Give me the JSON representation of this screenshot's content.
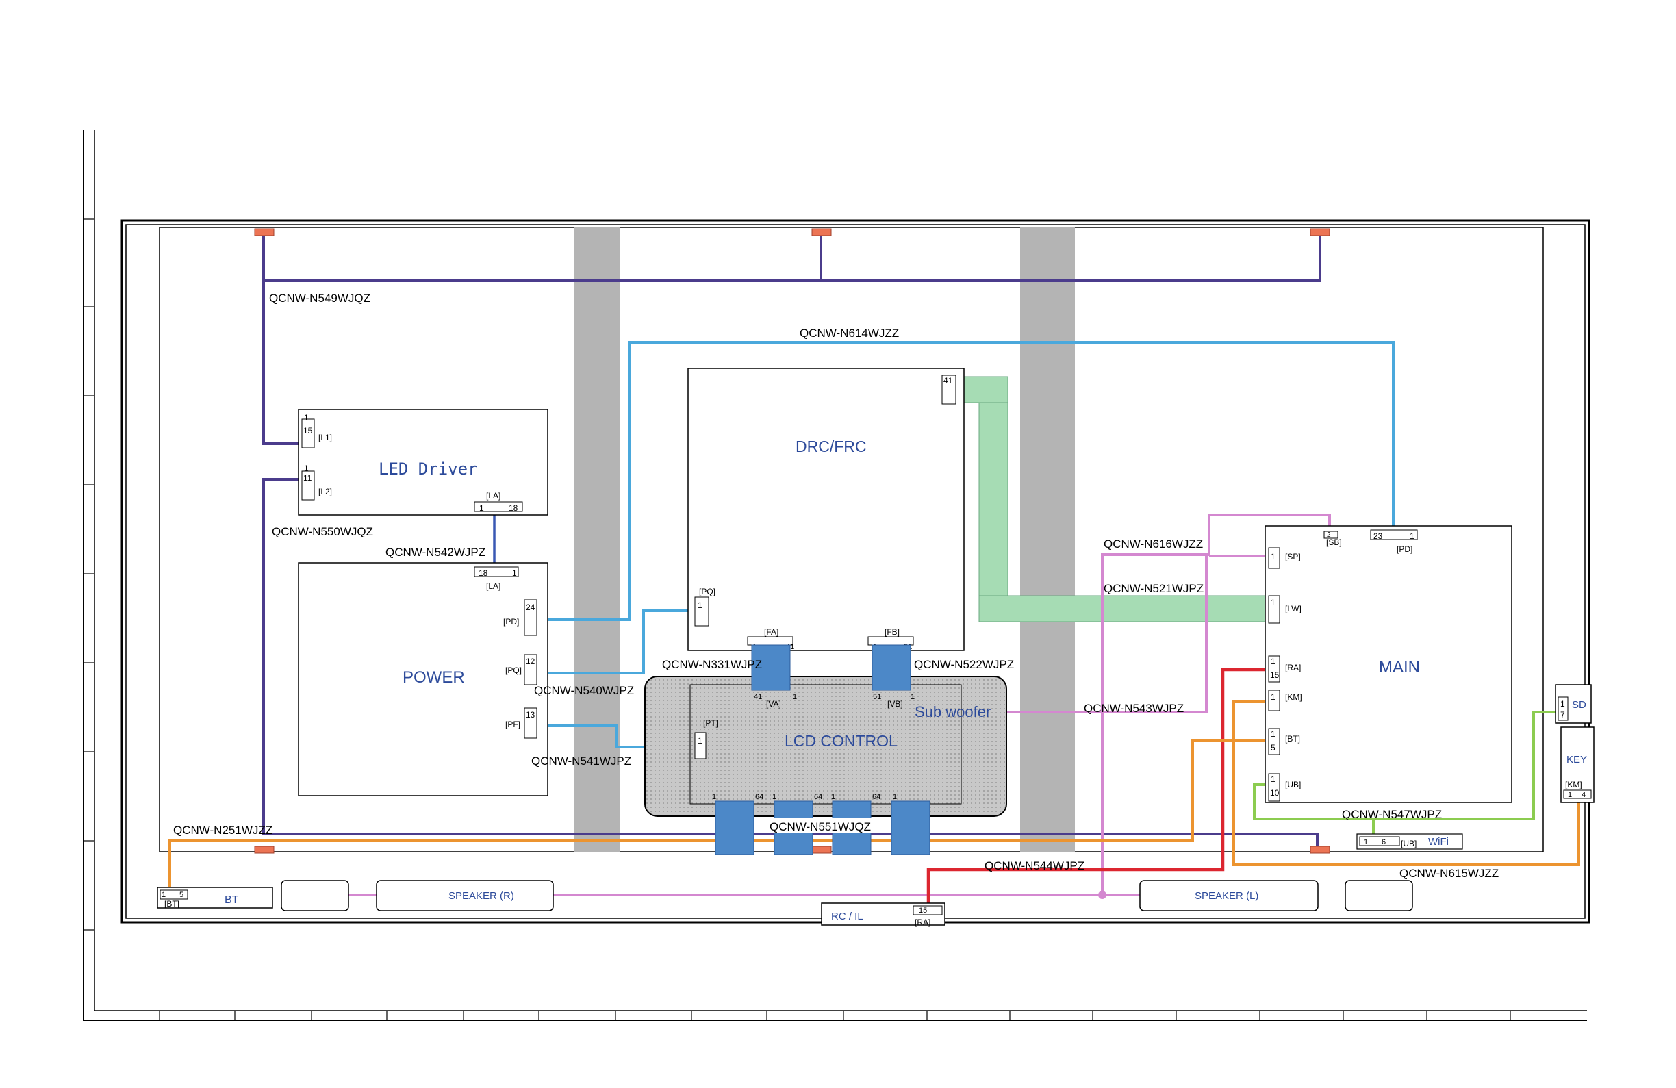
{
  "colors": {
    "purple": "#4b3c8c",
    "blue": "#4aa8dc",
    "pink": "#d488d0",
    "green": "#a6dcb4",
    "lime": "#8ccc50",
    "orange": "#ec9430",
    "red": "#dc2630",
    "board_text": "#2c4a9a",
    "plate": "#b4b4b4",
    "flex": "#4c88c8",
    "anchor": "#ec7454"
  },
  "boards": {
    "led": "LED Driver",
    "power": "POWER",
    "drc": "DRC/FRC",
    "lcd": "LCD CONTROL",
    "main": "MAIN",
    "subwoofer": "Sub woofer",
    "sd": "SD",
    "key": "KEY",
    "bt": "BT",
    "spk_r": "SPEAKER (R)",
    "spk_l": "SPEAKER (L)",
    "rcil": "RC / IL",
    "wifi": "WiFi"
  },
  "cables": {
    "n549": "QCNW-N549WJQZ",
    "n614": "QCNW-N614WJZZ",
    "n550": "QCNW-N550WJQZ",
    "n542": "QCNW-N542WJPZ",
    "n616": "QCNW-N616WJZZ",
    "n521": "QCNW-N521WJPZ",
    "n331": "QCNW-N331WJPZ",
    "n522": "QCNW-N522WJPZ",
    "n540": "QCNW-N540WJPZ",
    "n543": "QCNW-N543WJPZ",
    "n541": "QCNW-N541WJPZ",
    "n547": "QCNW-N547WJPZ",
    "n251": "QCNW-N251WJZZ",
    "n551": "QCNW-N551WJQZ",
    "n544": "QCNW-N544WJPZ",
    "n615": "QCNW-N615WJZZ"
  },
  "connectors": {
    "l1": "[L1]",
    "l2": "[L2]",
    "la": "[LA]",
    "pd": "[PD]",
    "pq": "[PQ]",
    "pf": "[PF]",
    "fa": "[FA]",
    "fb": "[FB]",
    "va": "[VA]",
    "vb": "[VB]",
    "pt": "[PT]",
    "sb": "[SB]",
    "sp": "[SP]",
    "lw": "[LW]",
    "ra": "[RA]",
    "km": "[KM]",
    "bt": "[BT]",
    "ub": "[UB]"
  },
  "pins": {
    "led_l1_a": "1",
    "led_l1_b": "15",
    "led_l2_a": "1",
    "led_l2_b": "11",
    "led_la_a": "1",
    "led_la_b": "18",
    "pw_la_a": "18",
    "pw_la_b": "1",
    "pw_pd": "24",
    "pw_pq": "12",
    "pw_pf": "13",
    "drc_41": "41",
    "drc_pq": "1",
    "fa_a": "1",
    "fa_b": "41",
    "fb_a": "1",
    "fb_b": "51",
    "va_a": "41",
    "va_b": "1",
    "vb_a": "51",
    "vb_b": "1",
    "pt_1": "1",
    "bot_1": "1",
    "bot_2": "64",
    "bot_3": "1",
    "bot_4": "64",
    "bot_5": "1",
    "bot_6": "64",
    "bot_7": "1",
    "sb_2": "2",
    "main_pd_a": "23",
    "main_pd_b": "1",
    "sp_1": "1",
    "lw_1": "1",
    "ra_a": "1",
    "ra_b": "15",
    "km_1": "1",
    "bt_a": "1",
    "bt_b": "5",
    "ub_a": "1",
    "ub_b": "10",
    "sd_a": "1",
    "sd_b": "7",
    "key_a": "1",
    "key_b": "4",
    "wifi_a": "1",
    "wifi_b": "6",
    "btb_a": "1",
    "btb_b": "5",
    "rc_15": "15"
  }
}
